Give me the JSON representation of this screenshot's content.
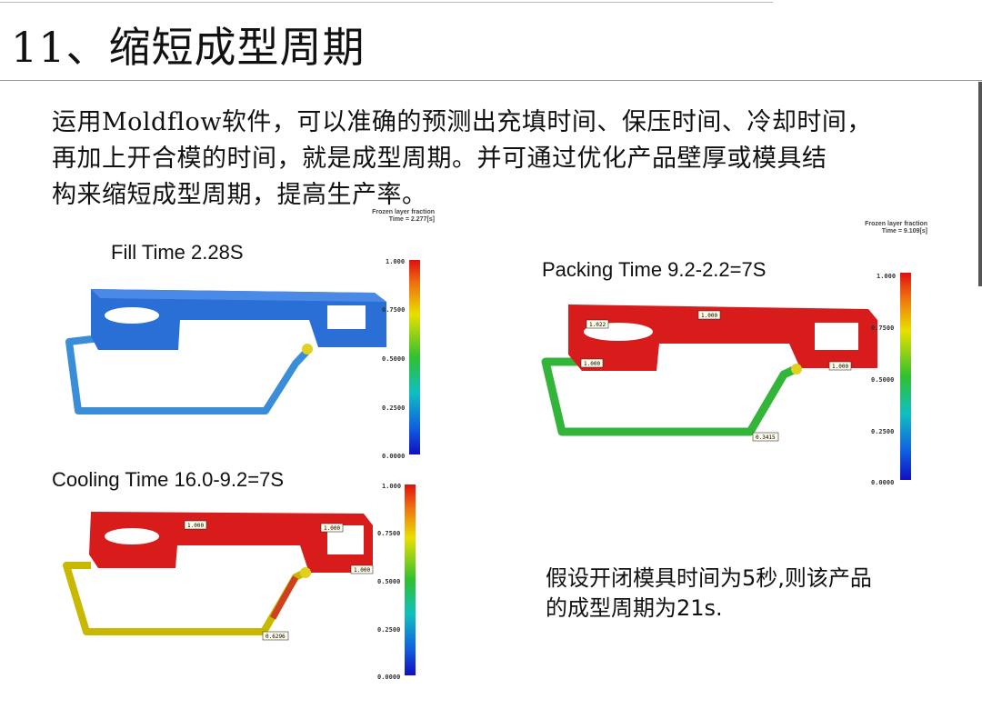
{
  "title": "11、缩短成型周期",
  "paragraph": [
    "运用Moldflow软件，可以准确的预测出充填时间、保压时间、冷却时间，",
    "再加上开合模的时间，就是成型周期。并可通过优化产品壁厚或模具结",
    "构来缩短成型周期，提高生产率。"
  ],
  "panels": {
    "fill": {
      "caption": "Fill Time 2.28S",
      "legend_title": "Frozen layer fraction",
      "legend_time": "Time = 2.277[s]",
      "ticks": [
        "1.000",
        "0.7500",
        "0.5000",
        "0.2500",
        "0.0000"
      ]
    },
    "packing": {
      "caption": "Packing Time 9.2-2.2=7S",
      "legend_title": "Frozen layer fraction",
      "legend_time": "Time = 9.109[s]",
      "ticks": [
        "1.000",
        "0.7500",
        "0.5000",
        "0.2500",
        "0.0000"
      ],
      "annotations": [
        "1.000",
        "1.022",
        "1.000",
        "1.000",
        "0.3415"
      ]
    },
    "cooling": {
      "caption": "Cooling Time 16.0-9.2=7S",
      "ticks": [
        "1.000",
        "0.7500",
        "0.5000",
        "0.2500",
        "0.0000"
      ],
      "annotations": [
        "1.000",
        "1.000",
        "1.000",
        "0.6296"
      ]
    }
  },
  "note": [
    "假设开闭模具时间为5秒,则该产品",
    "的成型周期为21s."
  ],
  "colors": {
    "hot": "#d81c1c",
    "fill_blue": "#2a6fd6",
    "pack_green": "#33b53a",
    "cool_yellow": "#c9b800"
  }
}
